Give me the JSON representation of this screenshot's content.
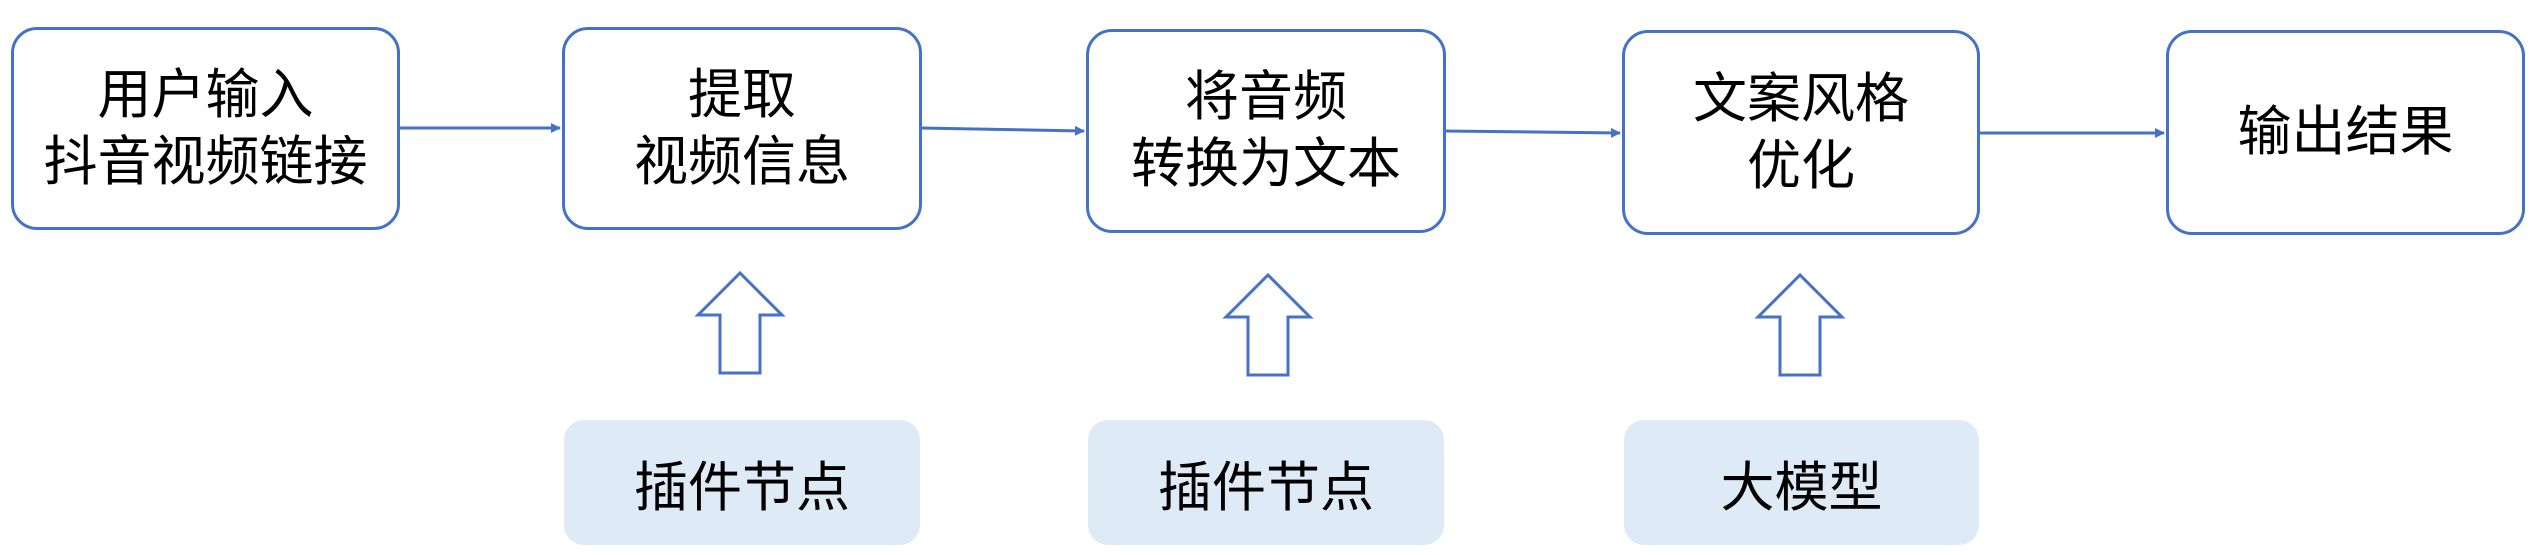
{
  "colors": {
    "stroke": "#4472c4",
    "tag_fill": "#deeaf6",
    "box_fill": "#ffffff",
    "text": "#000000"
  },
  "steps": [
    {
      "lines": [
        "用户输入",
        "抖音视频链接"
      ]
    },
    {
      "lines": [
        "提取",
        "视频信息"
      ]
    },
    {
      "lines": [
        "将音频",
        "转换为文本"
      ]
    },
    {
      "lines": [
        "文案风格",
        "优化"
      ]
    },
    {
      "lines": [
        "输出结果"
      ]
    }
  ],
  "supports": [
    {
      "label": "插件节点"
    },
    {
      "label": "插件节点"
    },
    {
      "label": "大模型"
    }
  ]
}
